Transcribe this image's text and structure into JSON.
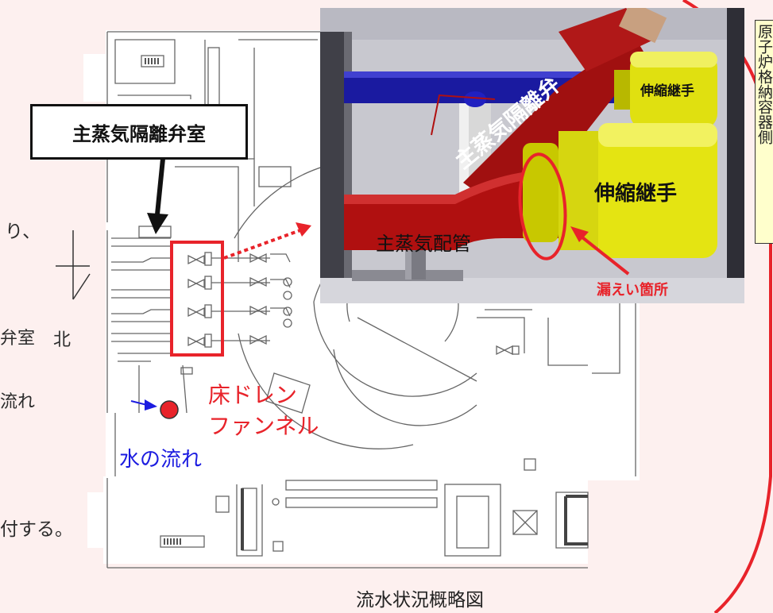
{
  "labels": {
    "msiv_room": "主蒸気隔離弁室",
    "floor_drain_line1": "床ドレン",
    "floor_drain_line2": "ファンネル",
    "water_flow": "水の流れ",
    "north": "北",
    "caption": "流水状況概略図"
  },
  "inset": {
    "msiv": "主蒸気隔離弁",
    "bellows_upper": "伸縮継手",
    "bellows_lower": "伸縮継手",
    "main_steam_pipe": "主蒸気配管",
    "leak_location": "漏えい箇所",
    "rpv_side": "原子炉格納容器側"
  },
  "background_text": {
    "t1": "り、",
    "t2": "弁室",
    "t3": "流れ",
    "t4": "付する。"
  },
  "colors": {
    "slide_bg": "#fdf0ef",
    "highlight_red": "#e8232a",
    "flow_blue": "#1c1ce0",
    "pipe_red": "#b01010",
    "pipe_blue": "#1a1aa0",
    "bellows_yellow": "#e0e010"
  }
}
